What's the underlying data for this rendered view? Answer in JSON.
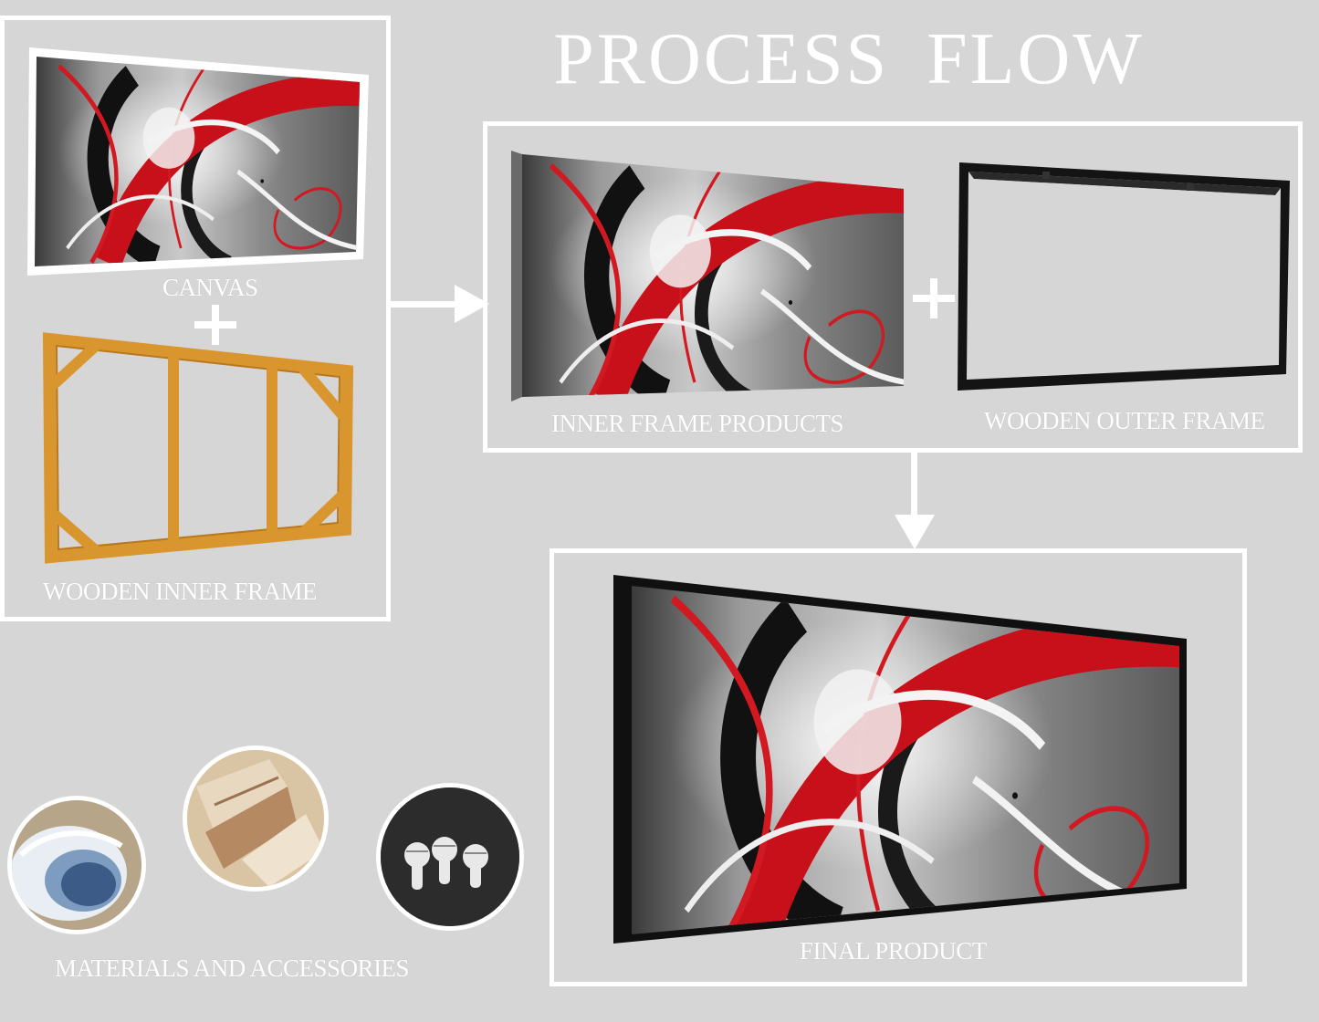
{
  "title": "PROCESS FLOW",
  "steps": {
    "canvas_label": "CANVAS",
    "inner_frame_label": "WOODEN INNER FRAME",
    "inner_frame_products_label": "INNER FRAME PRODUCTS",
    "outer_frame_label": "WOODEN OUTER FRAME",
    "final_product_label": "FINAL PRODUCT",
    "materials_label": "MATERIALS AND ACCESSORIES"
  },
  "colors": {
    "background": "#d6d6d6",
    "box_border": "#ffffff",
    "accent_red": "#d0101c",
    "wood": "#d9962e",
    "frame_black": "#141414"
  }
}
